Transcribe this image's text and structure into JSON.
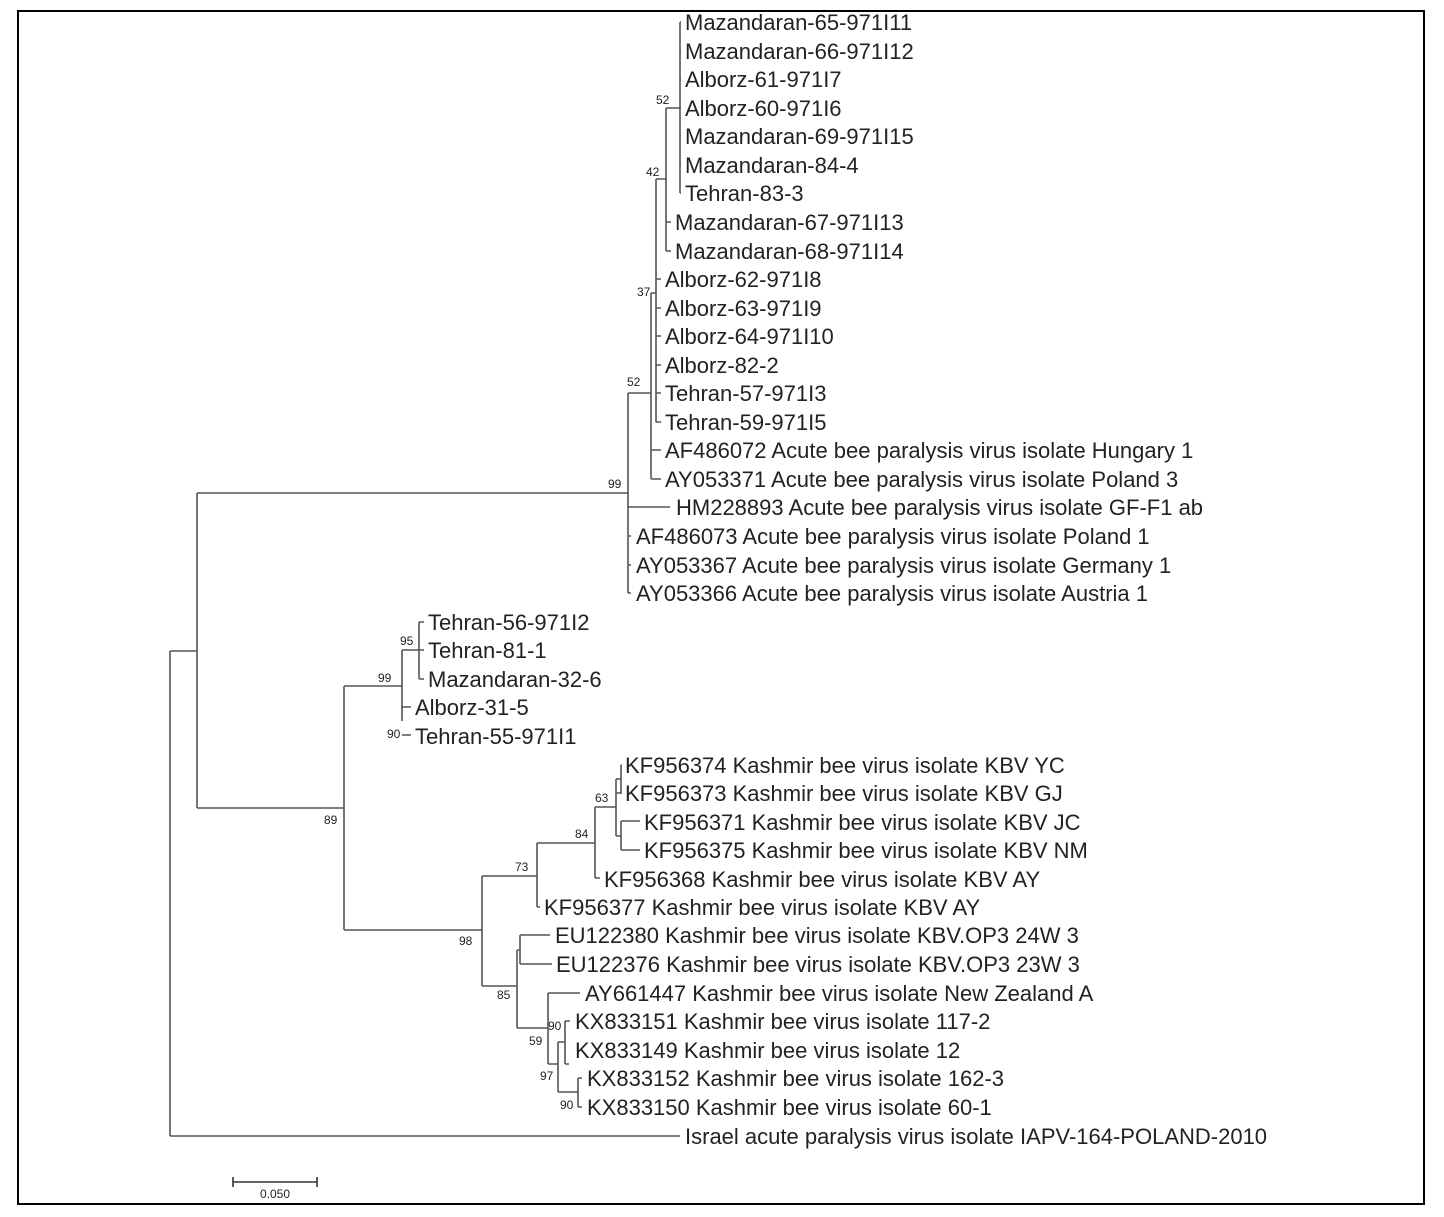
{
  "leaves": [
    "Mazandaran-65-971I11",
    "Mazandaran-66-971I12",
    "Alborz-61-971I7",
    "Alborz-60-971I6",
    "Mazandaran-69-971I15",
    "Mazandaran-84-4",
    "Tehran-83-3",
    "Mazandaran-67-971I13",
    "Mazandaran-68-971I14",
    "Alborz-62-971I8",
    "Alborz-63-971I9",
    "Alborz-64-971I10",
    "Alborz-82-2",
    "Tehran-57-971I3",
    "Tehran-59-971I5",
    "AF486072 Acute bee paralysis virus isolate Hungary 1",
    "AY053371 Acute bee paralysis virus isolate Poland 3",
    "HM228893 Acute bee paralysis virus isolate GF-F1 ab",
    "AF486073 Acute bee paralysis virus isolate Poland 1",
    "AY053367 Acute bee paralysis virus isolate Germany 1",
    "AY053366 Acute bee paralysis virus isolate Austria 1",
    "Tehran-56-971I2",
    "Tehran-81-1",
    "Mazandaran-32-6",
    "Alborz-31-5",
    "Tehran-55-971I1",
    "KF956374 Kashmir bee virus isolate KBV YC",
    "KF956373 Kashmir bee virus isolate KBV GJ",
    "KF956371 Kashmir bee virus isolate KBV JC",
    "KF956375 Kashmir bee virus isolate KBV NM",
    "KF956368 Kashmir bee virus isolate KBV AY",
    "KF956377 Kashmir bee virus isolate KBV AY",
    "EU122380 Kashmir bee virus isolate KBV.OP3 24W 3",
    "EU122376 Kashmir bee virus isolate KBV.OP3 23W 3",
    "AY661447 Kashmir bee virus isolate New Zealand A",
    "KX833151 Kashmir bee virus isolate 117-2",
    "KX833149 Kashmir bee virus isolate 12",
    "KX833152 Kashmir bee virus isolate 162-3",
    "KX833150 Kashmir bee virus isolate 60-1",
    "Israel acute paralysis virus isolate IAPV-164-POLAND-2010"
  ],
  "bootstrap": [
    "52",
    "42",
    "37",
    "52",
    "99",
    "95",
    "99",
    "90",
    "89",
    "63",
    "84",
    "73",
    "98",
    "85",
    "90",
    "59",
    "97",
    "90"
  ],
  "scale_bar": {
    "label": "0.050",
    "value": 0.05
  }
}
